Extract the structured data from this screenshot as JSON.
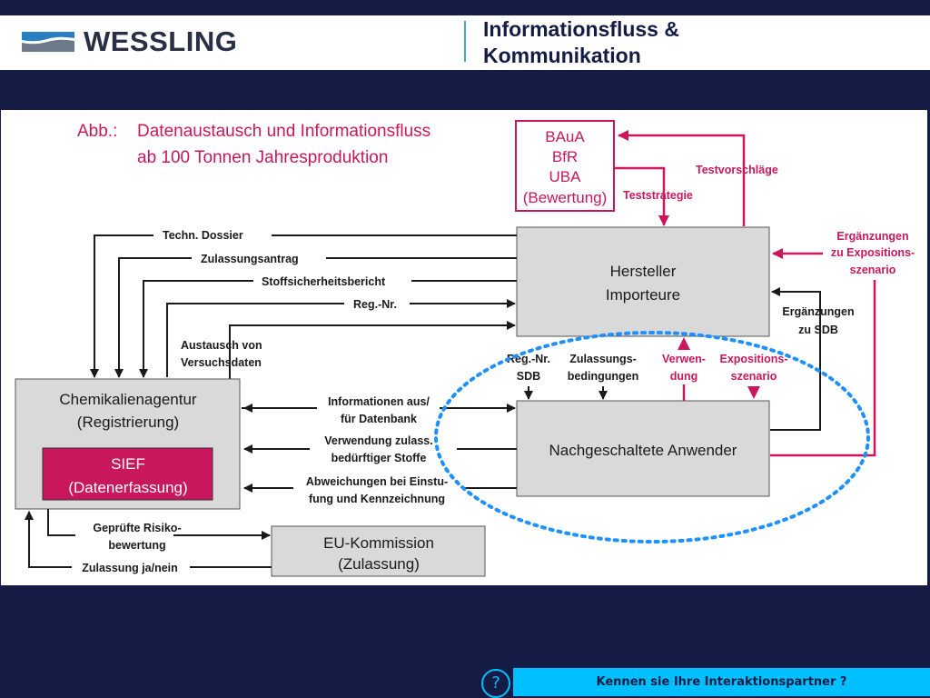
{
  "header": {
    "logo_text": "WESSLING",
    "title_line1": "Informationsfluss &",
    "title_line2": "Kommunikation"
  },
  "diagram": {
    "heading_label": "Abb.:",
    "heading_line1": "Datenaustausch und Informationsfluss",
    "heading_line2": "ab 100 Tonnen Jahresproduktion",
    "authority_box": [
      "BAuA",
      "BfR",
      "UBA",
      "(Bewertung)"
    ],
    "label_testvorschlaege": "Testvorschläge",
    "label_teststrategie": "Teststrategie",
    "label_ergaenzungen_expo": [
      "Ergänzungen",
      "zu Expositions-",
      "szenario"
    ],
    "manufacturer_box": [
      "Hersteller",
      "Importeure"
    ],
    "label_ergaenzungen_sdb": [
      "Ergänzungen",
      "zu SDB"
    ],
    "left_flows": [
      "Techn. Dossier",
      "Zulassungsantrag",
      "Stoffsicherheitsbericht",
      "Reg.-Nr."
    ],
    "label_austausch": [
      "Austausch von",
      "Versuchsdaten"
    ],
    "agency_box": [
      "Chemikalienagentur",
      "(Registrierung)"
    ],
    "sief_box": [
      "SIEF",
      "(Datenerfassung)"
    ],
    "down_flows": {
      "regnr_sdb": [
        "Reg.-Nr.",
        "SDB"
      ],
      "zulassung": [
        "Zulassungs-",
        "bedingungen"
      ],
      "verwendung": [
        "Verwen-",
        "dung"
      ],
      "exposition": [
        "Expositions-",
        "szenario"
      ]
    },
    "middle_flows": {
      "informationen": [
        "Informationen aus/",
        "für Datenbank"
      ],
      "verwendung_zulass": [
        "Verwendung zulass.",
        "bedürftiger Stoffe"
      ],
      "abweichungen": [
        "Abweichungen bei Einstu-",
        "fung und Kennzeichnung"
      ]
    },
    "downstream_box": "Nachgeschaltete Anwender",
    "label_risiko": [
      "Geprüfte Risiko-",
      "bewertung"
    ],
    "label_zulassung_ja_nein": "Zulassung ja/nein",
    "eu_box": [
      "EU-Kommission",
      "(Zulassung)"
    ]
  },
  "footer": {
    "help_icon_glyph": "?",
    "bar_text": "Kennen sie Ihre Interaktionspartner ?"
  },
  "colors": {
    "navy": "#141c45",
    "magenta": "#c8175d",
    "cyan": "#00bfff",
    "dotted_circle": "#1e90ff",
    "box_fill": "#d9d9d9"
  }
}
